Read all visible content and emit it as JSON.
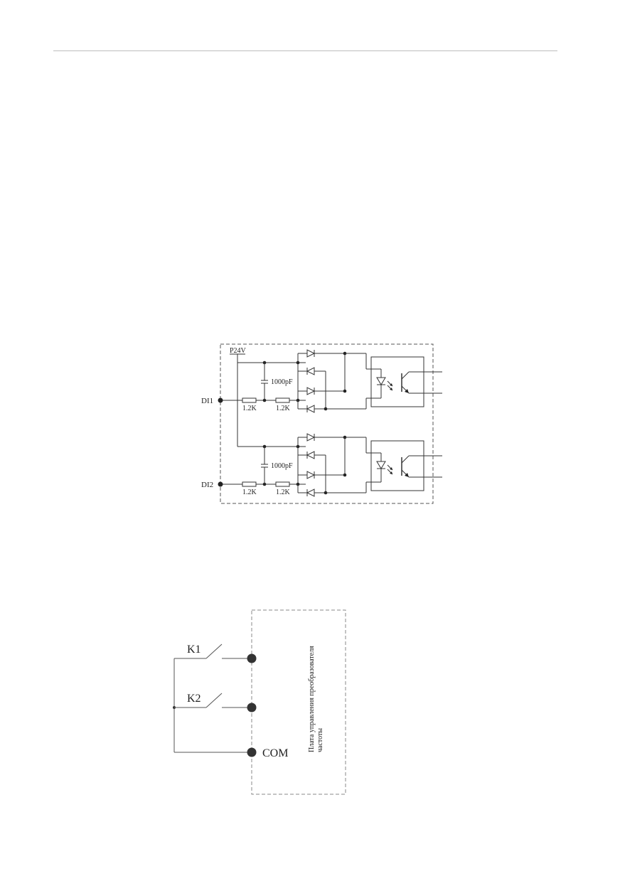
{
  "colors": {
    "line": "#333333",
    "dashed_box": "#555555",
    "header_rule": "#bdbdbd"
  },
  "circuit": {
    "supply_label": "P24V",
    "capacitor_label": "1000pF",
    "resistor_label": "1.2K",
    "inputs": [
      "DI1",
      "DI2"
    ]
  },
  "wiring": {
    "switch_1": "K1",
    "switch_2": "K2",
    "common": "COM",
    "board_label_line1": "Плата управления преобразователя",
    "board_label_line2": "частоты"
  }
}
